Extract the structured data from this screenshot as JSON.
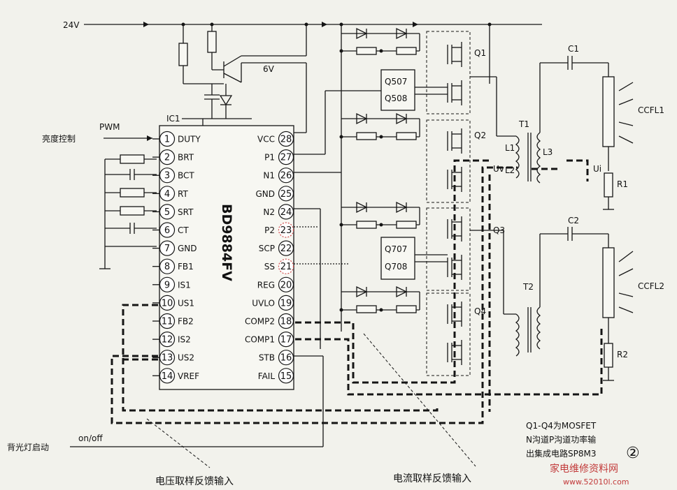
{
  "supply": {
    "v24": "24V",
    "v6": "6V"
  },
  "ic": {
    "ref": "IC1",
    "part": "BD9884FV",
    "left_pins": [
      {
        "num": "1",
        "name": "DUTY"
      },
      {
        "num": "2",
        "name": "BRT"
      },
      {
        "num": "3",
        "name": "BCT"
      },
      {
        "num": "4",
        "name": "RT"
      },
      {
        "num": "5",
        "name": "SRT"
      },
      {
        "num": "6",
        "name": "CT"
      },
      {
        "num": "7",
        "name": "GND"
      },
      {
        "num": "8",
        "name": "FB1"
      },
      {
        "num": "9",
        "name": "IS1"
      },
      {
        "num": "10",
        "name": "US1"
      },
      {
        "num": "11",
        "name": "FB2"
      },
      {
        "num": "12",
        "name": "IS2"
      },
      {
        "num": "13",
        "name": "US2"
      },
      {
        "num": "14",
        "name": "VREF"
      }
    ],
    "right_pins": [
      {
        "num": "28",
        "name": "VCC"
      },
      {
        "num": "27",
        "name": "P1"
      },
      {
        "num": "26",
        "name": "N1"
      },
      {
        "num": "25",
        "name": "GND"
      },
      {
        "num": "24",
        "name": "N2"
      },
      {
        "num": "23",
        "name": "P2"
      },
      {
        "num": "22",
        "name": "SCP"
      },
      {
        "num": "21",
        "name": "SS"
      },
      {
        "num": "20",
        "name": "REG"
      },
      {
        "num": "19",
        "name": "UVLO"
      },
      {
        "num": "18",
        "name": "COMP2"
      },
      {
        "num": "17",
        "name": "COMP1"
      },
      {
        "num": "16",
        "name": "STB"
      },
      {
        "num": "15",
        "name": "FAIL"
      }
    ]
  },
  "inputs": {
    "pwm": "PWM",
    "brightness": "亮度控制",
    "on_off": "on/off",
    "backlight_start": "背光灯启动"
  },
  "parts": {
    "q507": "Q507",
    "q508": "Q508",
    "q707": "Q707",
    "q708": "Q708",
    "q1": "Q1",
    "q2": "Q2",
    "q3": "Q3",
    "q4": "Q4",
    "c1": "C1",
    "c2": "C2",
    "t1": "T1",
    "t2": "T2",
    "l1": "L1",
    "l2": "L2",
    "l3": "L3",
    "uv": "Uv",
    "ui": "Ui",
    "r1": "R1",
    "r2": "R2",
    "ccfl1": "CCFL1",
    "ccfl2": "CCFL2"
  },
  "notes": {
    "line1": "Q1-Q4为MOSFET",
    "line2": "N沟道P沟道功率输",
    "line3": "出集成电路SP8M3",
    "fig_no": "②",
    "voltage_fb": "电压取样反馈输入",
    "current_fb": "电流取样反馈输入",
    "watermark": "家电维修资料网",
    "website": "www.52010l.com"
  }
}
